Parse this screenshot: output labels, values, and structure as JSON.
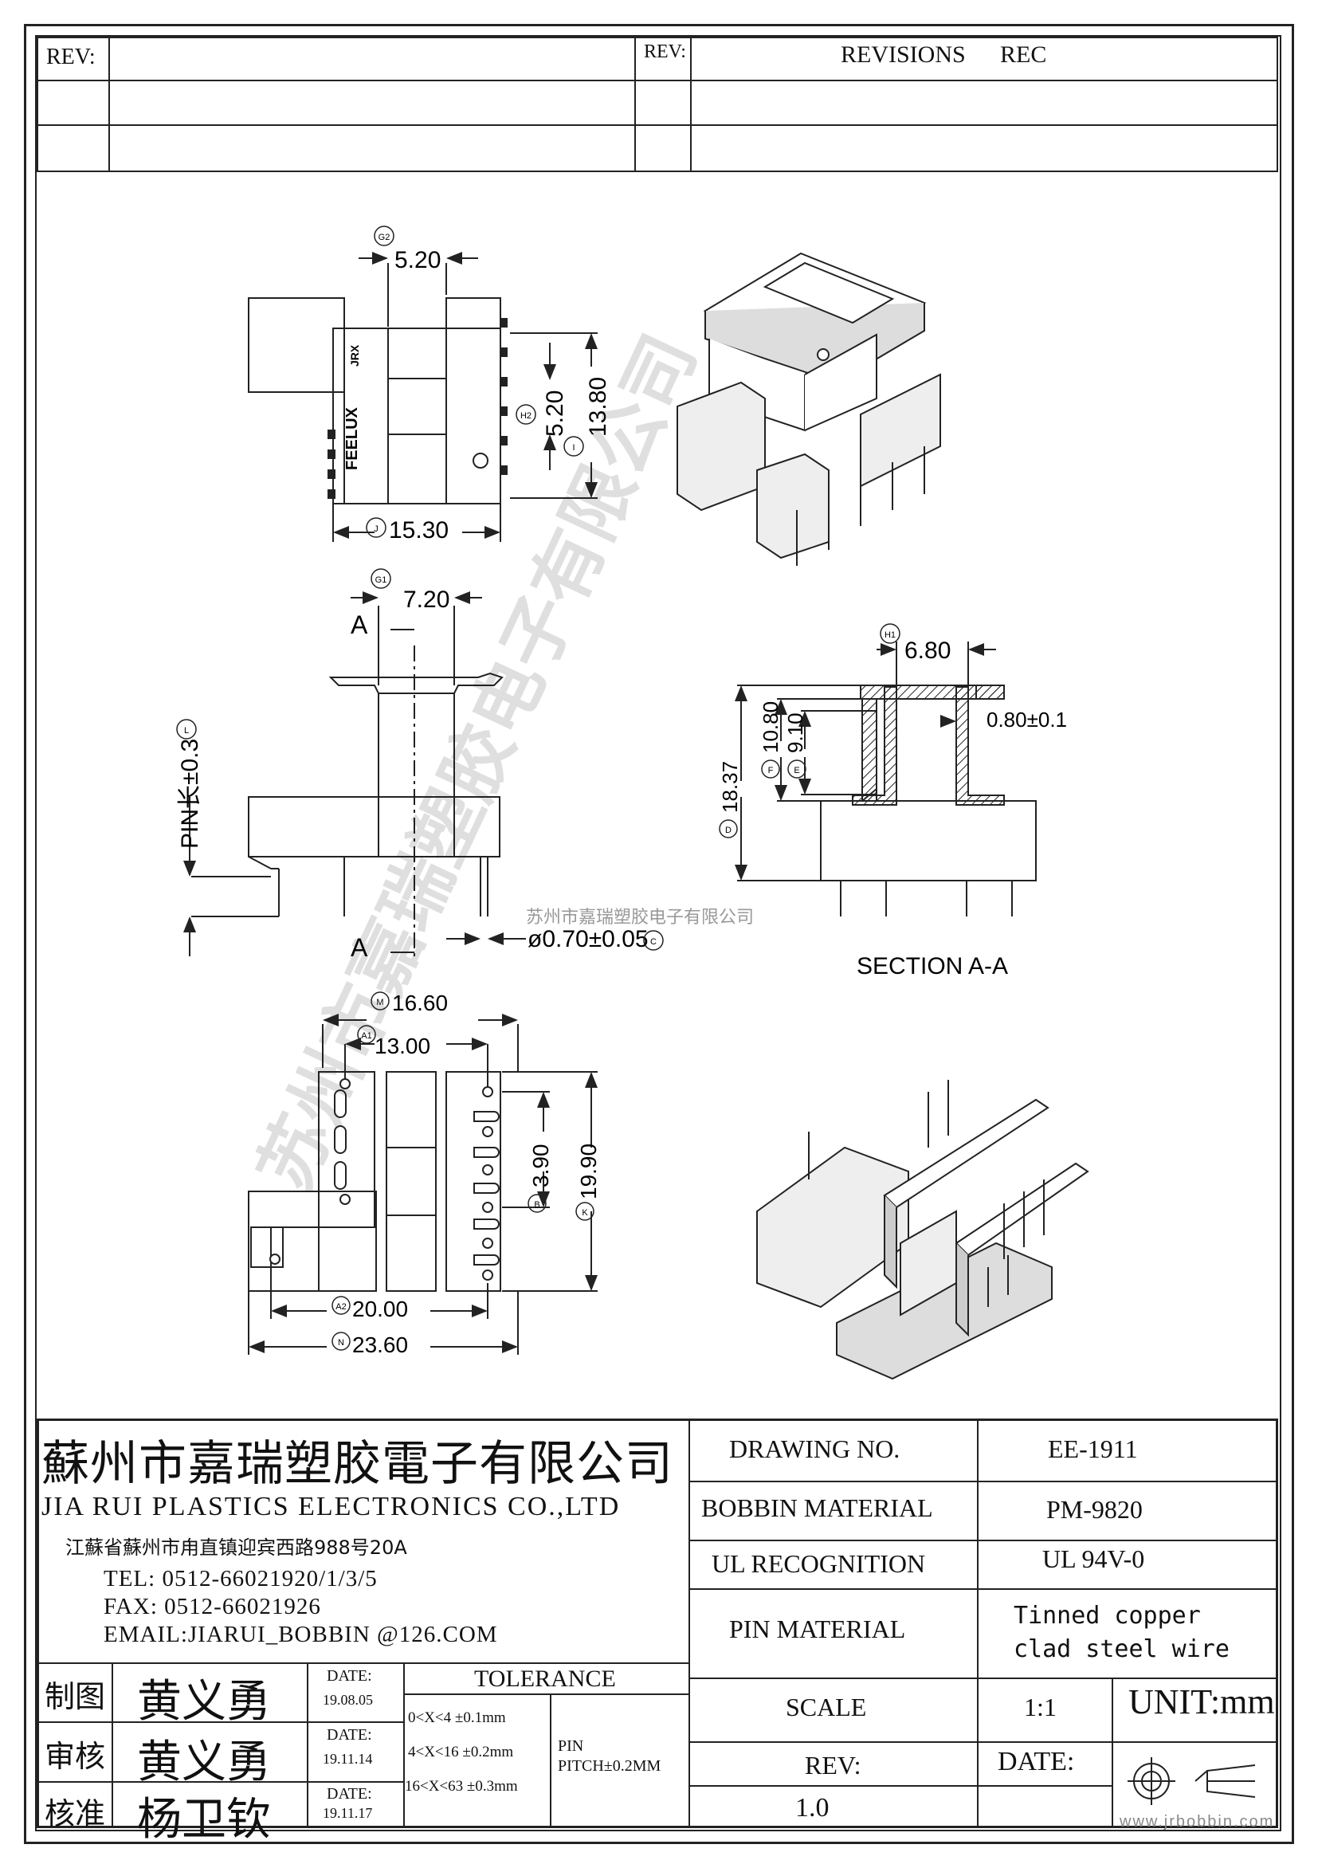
{
  "revision_block": {
    "rev_label_left": "REV:",
    "rev_label_right": "REV:",
    "revisions_label": "REVISIONS",
    "rec_label": "REC"
  },
  "dimensions": {
    "g2": {
      "tag": "G2",
      "value": "5.20"
    },
    "h2": {
      "tag": "H2",
      "value": "5.20"
    },
    "i": {
      "tag": "I",
      "value": "13.80"
    },
    "j": {
      "tag": "J",
      "value": "15.30"
    },
    "g1": {
      "tag": "G1",
      "value": "7.20"
    },
    "pin_len": {
      "tag": "L",
      "value": "PIN长±0.3"
    },
    "pin_dia": {
      "tag": "C",
      "value": "ø0.70±0.05"
    },
    "h1": {
      "tag": "H1",
      "value": "6.80"
    },
    "wall": {
      "value": "0.80±0.1"
    },
    "d": {
      "tag": "D",
      "value": "18.37"
    },
    "f": {
      "tag": "F",
      "value": "10.80"
    },
    "e": {
      "tag": "E",
      "value": "9.10"
    },
    "m": {
      "tag": "M",
      "value": "16.60"
    },
    "a1": {
      "tag": "A1",
      "value": "13.00"
    },
    "b": {
      "tag": "B",
      "value": "3.90"
    },
    "k": {
      "tag": "K",
      "value": "19.90"
    },
    "a2": {
      "tag": "A2",
      "value": "20.00"
    },
    "n": {
      "tag": "N",
      "value": "23.60"
    }
  },
  "section": {
    "marker": "A",
    "label": "SECTION A-A"
  },
  "part_text": {
    "brand": "FEELUX",
    "code": "JRX"
  },
  "watermark": {
    "text": "苏州市嘉瑞塑胶电子有限公司"
  },
  "title_block": {
    "company_cn": "蘇州市嘉瑞塑胶電子有限公司",
    "company_en": "JIA RUI PLASTICS ELECTRONICS CO.,LTD",
    "address": "江蘇省蘇州市甪直镇迎宾西路988号20A",
    "tel": "TEL: 0512-66021920/1/3/5",
    "fax": "FAX: 0512-66021926",
    "email": "EMAIL:JIARUI_BOBBIN @126.COM",
    "drawing_no_label": "DRAWING   NO.",
    "drawing_no": "EE-1911",
    "bobbin_material_label": "BOBBIN   MATERIAL",
    "bobbin_material": "PM-9820",
    "ul_label": "UL RECOGNITION",
    "ul_value": "UL 94V-0",
    "pin_material_label": "PIN MATERIAL",
    "pin_material_1": "Tinned copper",
    "pin_material_2": "clad steel wire",
    "scale_label": "SCALE",
    "scale_value": "1:1",
    "unit": "UNIT:mm",
    "rev_label": "REV:",
    "rev_value": "1.0",
    "date_label": "DATE:",
    "tolerance_label": "TOLERANCE",
    "tol_1": "0<X<4  ±0.1mm",
    "tol_2": "4<X<16 ±0.2mm",
    "tol_3": "16<X<63 ±0.3mm",
    "pin_pitch_1": "PIN",
    "pin_pitch_2": "PITCH±0.2MM",
    "roles": [
      {
        "role": "制图",
        "name": "黄义勇",
        "date_label": "DATE:",
        "date": "19.08.05"
      },
      {
        "role": "审核",
        "name": "黄义勇",
        "date_label": "DATE:",
        "date": "19.11.14"
      },
      {
        "role": "核准",
        "name": "杨卫钦",
        "date_label": "DATE:",
        "date": "19.11.17"
      }
    ],
    "website": "www.jrbobbin.com"
  }
}
